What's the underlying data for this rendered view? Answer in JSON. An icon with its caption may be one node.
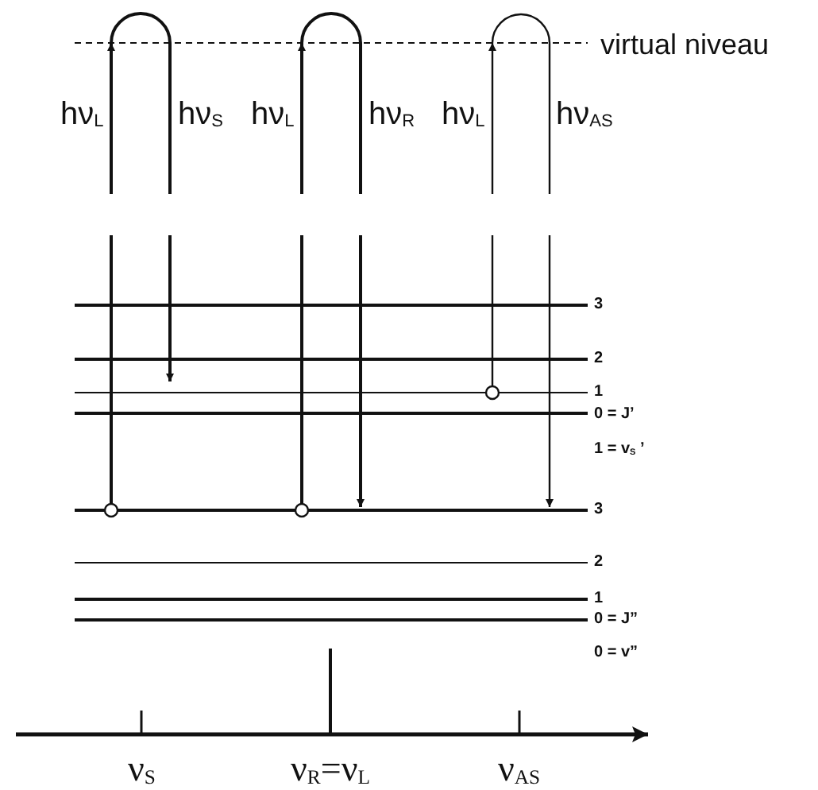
{
  "diagram": {
    "labels": [
      "virtual niveau",
      "hν$_{L}$",
      "hν$_{S}$",
      "hν$_{L}$",
      "hν$_{R}$",
      "hν$_{L}$",
      "hν$_{AS}$",
      "3",
      "2",
      "1",
      "0 = J’",
      "1 = v$_{S}$ ’",
      "3",
      "2",
      "1",
      "0 = J”",
      "0 = v”",
      "ν$_{S}$",
      "ν$_{R}$=ν$_{L}$",
      "ν$_{AS}$"
    ]
  }
}
